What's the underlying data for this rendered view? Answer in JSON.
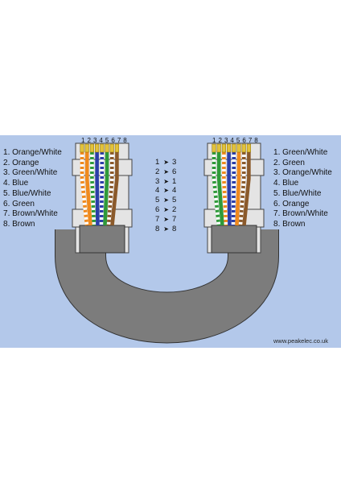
{
  "left_connector": {
    "pin_numbers": "1 2 3 4 5 6 7 8",
    "wires": [
      {
        "pin": "1",
        "label": "Orange/White",
        "stripe": "#ffffff",
        "color": "#f08a1e"
      },
      {
        "pin": "2",
        "label": "Orange",
        "stripe": null,
        "color": "#f08a1e"
      },
      {
        "pin": "3",
        "label": "Green/White",
        "stripe": "#ffffff",
        "color": "#2f9a3a"
      },
      {
        "pin": "4",
        "label": "Blue",
        "stripe": null,
        "color": "#2b3ea8"
      },
      {
        "pin": "5",
        "label": "Blue/White",
        "stripe": "#ffffff",
        "color": "#2b3ea8"
      },
      {
        "pin": "6",
        "label": "Green",
        "stripe": null,
        "color": "#2f9a3a"
      },
      {
        "pin": "7",
        "label": "Brown/White",
        "stripe": "#ffffff",
        "color": "#8b5a2b"
      },
      {
        "pin": "8",
        "label": "Brown",
        "stripe": null,
        "color": "#8b5a2b"
      }
    ]
  },
  "right_connector": {
    "pin_numbers": "1 2 3 4 5 6 7 8",
    "wires": [
      {
        "pin": "1",
        "label": "Green/White",
        "stripe": "#ffffff",
        "color": "#2f9a3a"
      },
      {
        "pin": "2",
        "label": "Green",
        "stripe": null,
        "color": "#2f9a3a"
      },
      {
        "pin": "3",
        "label": "Orange/White",
        "stripe": "#ffffff",
        "color": "#f08a1e"
      },
      {
        "pin": "4",
        "label": "Blue",
        "stripe": null,
        "color": "#2b3ea8"
      },
      {
        "pin": "5",
        "label": "Blue/White",
        "stripe": "#ffffff",
        "color": "#2b3ea8"
      },
      {
        "pin": "6",
        "label": "Orange",
        "stripe": null,
        "color": "#f08a1e"
      },
      {
        "pin": "7",
        "label": "Brown/White",
        "stripe": "#ffffff",
        "color": "#8b5a2b"
      },
      {
        "pin": "8",
        "label": "Brown",
        "stripe": null,
        "color": "#8b5a2b"
      }
    ]
  },
  "pin_map": [
    {
      "from": "1",
      "to": "3"
    },
    {
      "from": "2",
      "to": "6"
    },
    {
      "from": "3",
      "to": "1"
    },
    {
      "from": "4",
      "to": "4"
    },
    {
      "from": "5",
      "to": "5"
    },
    {
      "from": "6",
      "to": "2"
    },
    {
      "from": "7",
      "to": "7"
    },
    {
      "from": "8",
      "to": "8"
    }
  ],
  "arrow_glyph": "➤",
  "website": "www.peakelec.co.uk",
  "colors": {
    "background": "#b3c8ea",
    "cable": "#7c7c7c",
    "cable_outline": "#333333",
    "connector_body": "#e4e4e4",
    "gold_contact": "#e2c23a"
  }
}
